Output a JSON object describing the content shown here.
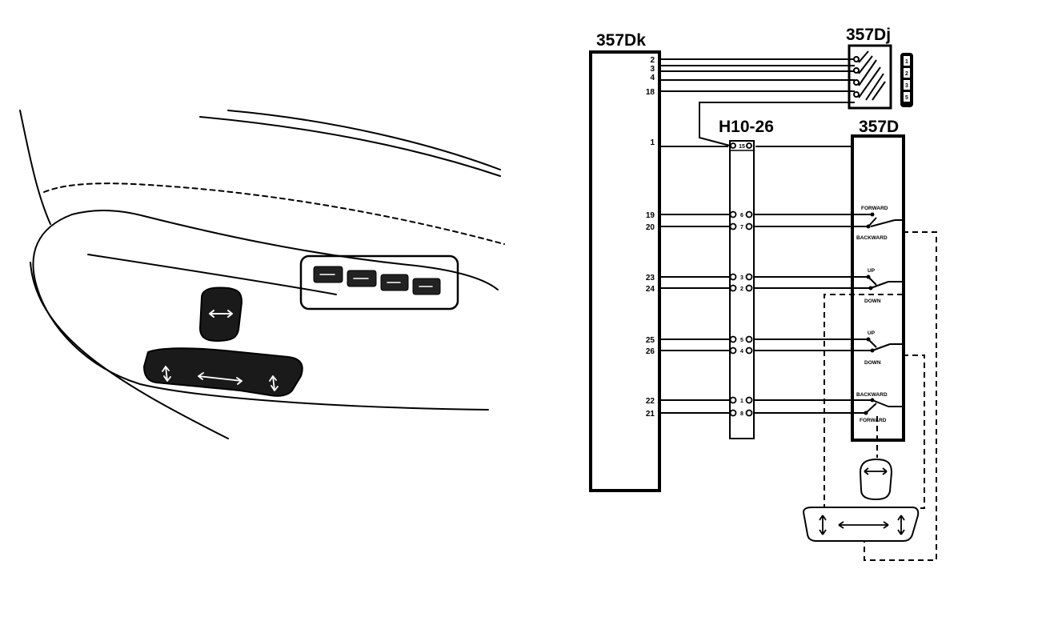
{
  "diagram": {
    "ecu": {
      "label": "357Dk",
      "pins": [
        "2",
        "3",
        "4",
        "18",
        "1",
        "19",
        "20",
        "23",
        "24",
        "25",
        "26",
        "22",
        "21"
      ]
    },
    "memory_connector": {
      "label": "357Dj",
      "keys": [
        "1",
        "2",
        "3",
        "5"
      ]
    },
    "harness_connector": {
      "label": "H10-26",
      "terminals": [
        "15",
        "6",
        "7",
        "3",
        "2",
        "5",
        "4",
        "1",
        "8"
      ]
    },
    "seat_switch": {
      "label": "357D",
      "switch_labels": [
        "FORWARD",
        "BACKWARD",
        "UP",
        "DOWN",
        "UP",
        "DOWN",
        "BACKWARD",
        "FORWARD"
      ]
    },
    "line_color": "#000000",
    "background_color": "#ffffff"
  }
}
